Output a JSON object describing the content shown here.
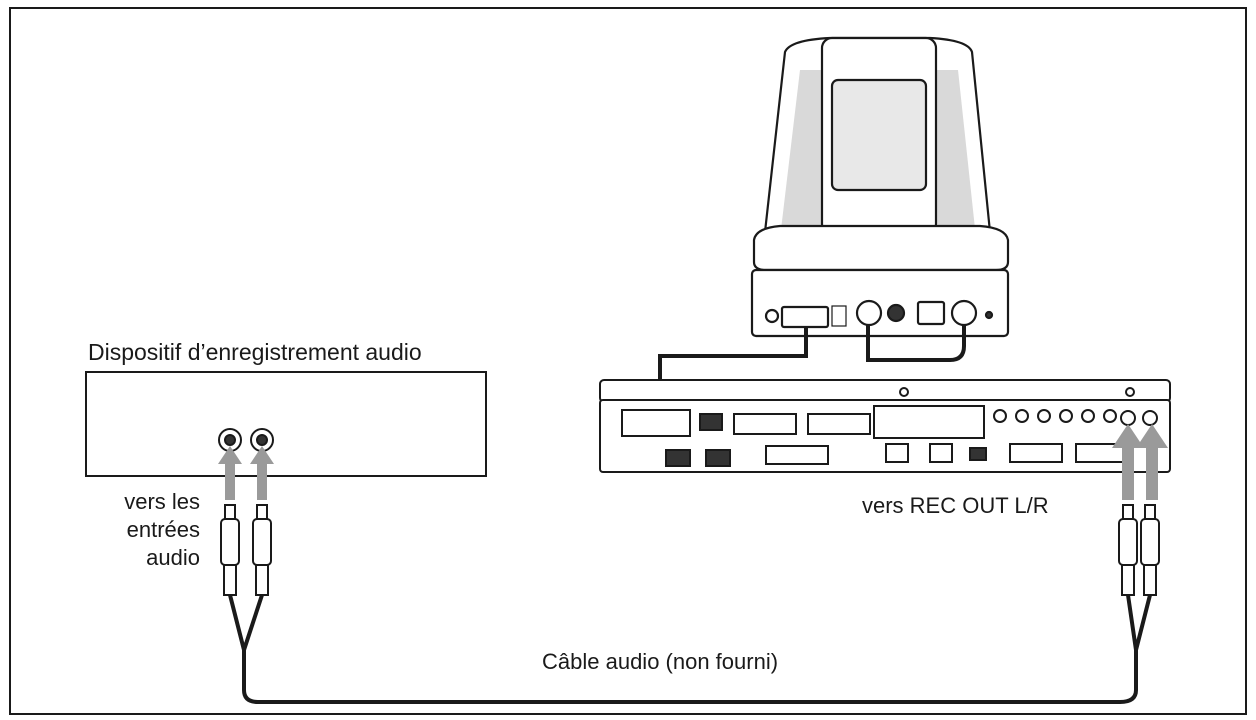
{
  "diagram": {
    "device_label": "Dispositif d’enregistrement audio",
    "inputs_label_lines": [
      "vers les",
      "entrées",
      "audio"
    ],
    "rec_out_label": "vers REC OUT L/R",
    "cable_label": "Câble audio (non fourni)"
  },
  "colors": {
    "line": "#1a1a1a",
    "arrow": "#9a9a9a",
    "panel_fill": "#ffffff",
    "panel_dark": "#333333",
    "camera_shade": "#d9d9d9"
  }
}
